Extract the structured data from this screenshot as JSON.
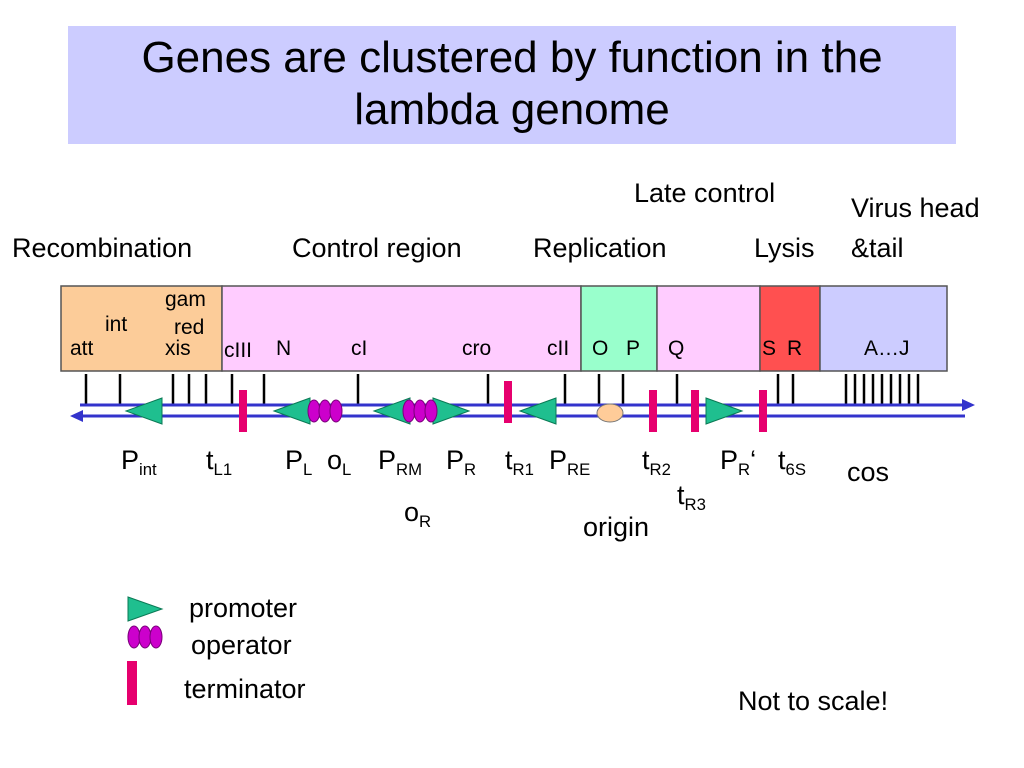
{
  "title": "Genes are clustered by function in the lambda genome",
  "region_labels": {
    "recombination": "Recombination",
    "control_region": "Control region",
    "replication": "Replication",
    "late_control": "Late control",
    "lysis": "Lysis",
    "virus_head_line1": "Virus head",
    "virus_head_line2": "&tail"
  },
  "genes": {
    "att": "att",
    "int": "int",
    "xis": "xis",
    "gam": "gam",
    "red": "red",
    "cIII": "cIII",
    "N": "N",
    "cI": "cI",
    "cro": "cro",
    "cII": "cII",
    "O": "O",
    "P": "P",
    "Q": "Q",
    "S": "S",
    "R": "R",
    "AJ": "A…J"
  },
  "sites": {
    "p_int": {
      "main": "P",
      "sub": "int"
    },
    "t_l1": {
      "main": "t",
      "sub": "L1"
    },
    "p_l": {
      "main": "P",
      "sub": "L"
    },
    "o_l": {
      "main": "o",
      "sub": "L"
    },
    "p_rm": {
      "main": "P",
      "sub": "RM"
    },
    "p_r": {
      "main": "P",
      "sub": "R"
    },
    "t_r1": {
      "main": "t",
      "sub": "R1"
    },
    "p_re": {
      "main": "P",
      "sub": "RE"
    },
    "t_r2": {
      "main": "t",
      "sub": "R2"
    },
    "p_r_prime": {
      "main": "P",
      "sub": "R",
      "suffix": "‘"
    },
    "t_6s": {
      "main": "t",
      "sub": "6S"
    },
    "cos": "cos",
    "o_r": {
      "main": "o",
      "sub": "R"
    },
    "origin": "origin",
    "t_r3": {
      "main": "t",
      "sub": "R3"
    }
  },
  "legend": {
    "promoter": "promoter",
    "operator": "operator",
    "terminator": "terminator"
  },
  "note": "Not to scale!",
  "colors": {
    "title_bg": "#ccccff",
    "recombination": "#fccc99",
    "control": "#ffccff",
    "replication": "#99ffcc",
    "late_control": "#ffccff",
    "lysis": "#ff5050",
    "head_tail": "#ccccff",
    "promoter": "#1fbf8f",
    "operator": "#cc00cc",
    "terminator": "#e6006e",
    "dna": "#3333cc",
    "origin": "#ffcc99"
  }
}
